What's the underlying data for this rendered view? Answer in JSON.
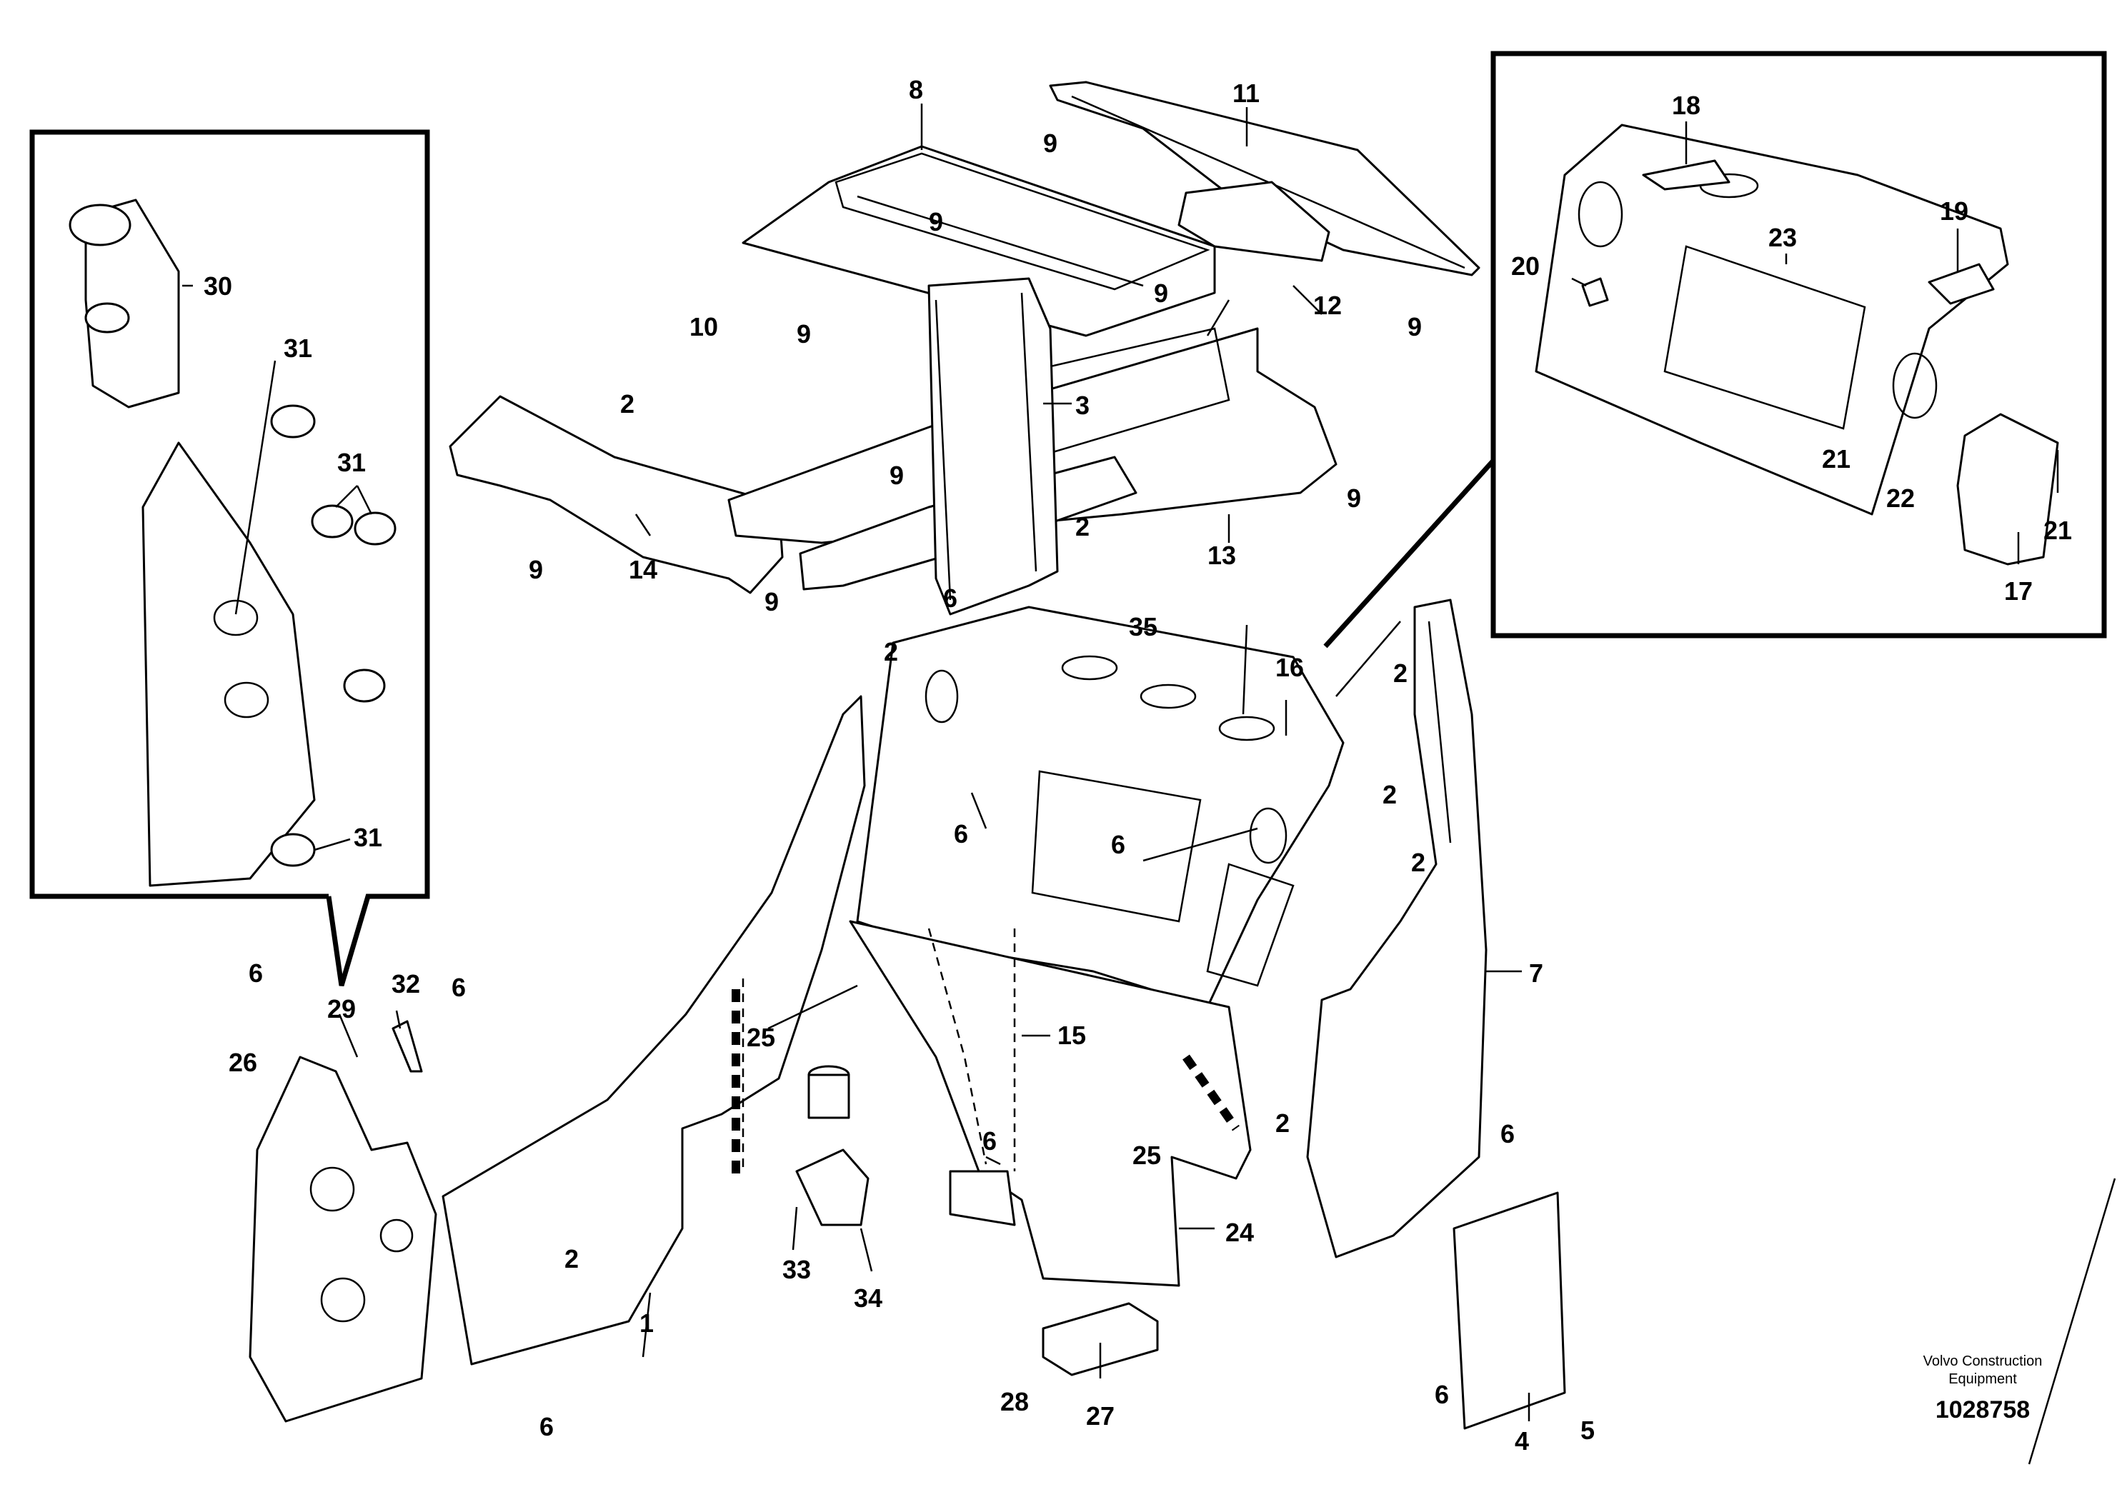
{
  "callouts": [
    "1",
    "2",
    "3",
    "4",
    "5",
    "6",
    "7",
    "8",
    "9",
    "10",
    "11",
    "12",
    "13",
    "14",
    "15",
    "16",
    "17",
    "18",
    "19",
    "20",
    "21",
    "22",
    "23",
    "24",
    "25",
    "26",
    "27",
    "28",
    "29",
    "30",
    "31",
    "32",
    "33",
    "34",
    "35"
  ],
  "brand_line1": "Volvo Construction",
  "brand_line2": "Equipment",
  "document_number": "1028758"
}
